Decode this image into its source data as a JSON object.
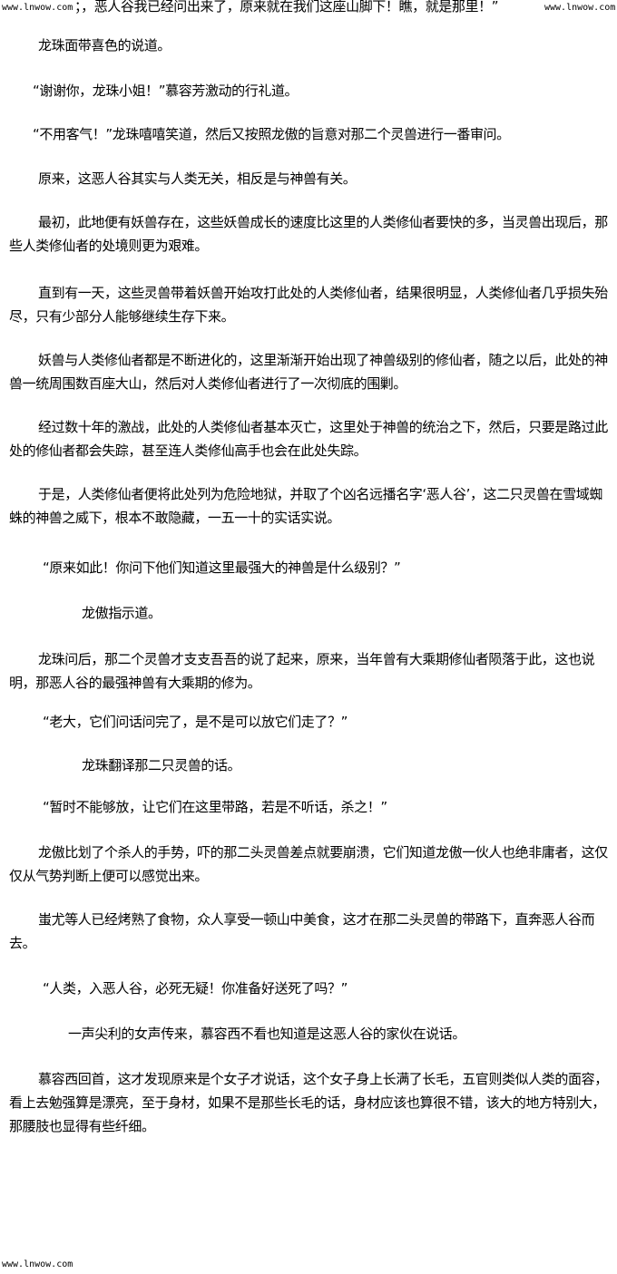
{
  "watermark": "www.lnwow.com",
  "header_line": "；，恶人谷我已经问出来了，原来就在我们这座山脚下！瞧，就是那里！”",
  "paragraphs": [
    "龙珠面带喜色的说道。",
    "“谢谢你，龙珠小姐！”慕容芳激动的行礼道。",
    "“不用客气！”龙珠嘻嘻笑道，然后又按照龙傲的旨意对那二个灵兽进行一番审问。",
    "原来，这恶人谷其实与人类无关，相反是与神兽有关。",
    "最初，此地便有妖兽存在，这些妖兽成长的速度比这里的人类修仙者要快的多，当灵兽出现后，那些人类修仙者的处境则更为艰难。",
    "直到有一天，这些灵兽带着妖兽开始攻打此处的人类修仙者，结果很明显，人类修仙者几乎损失殆尽，只有少部分人能够继续生存下来。",
    "妖兽与人类修仙者都是不断进化的，这里渐渐开始出现了神兽级别的修仙者，随之以后，此处的神兽一统周围数百座大山，然后对人类修仙者进行了一次彻底的围剿。",
    "经过数十年的激战，此处的人类修仙者基本灭亡，这里处于神兽的统治之下，然后，只要是路过此处的修仙者都会失踪，甚至连人类修仙高手也会在此处失踪。",
    "于是，人类修仙者便将此处列为危险地狱，并取了个凶名远播名字‘恶人谷’，这二只灵兽在雪域蜘蛛的神兽之威下，根本不敢隐藏，一五一十的实话实说。",
    "“原来如此！你问下他们知道这里最强大的神兽是什么级别？”",
    "龙傲指示道。",
    "龙珠问后，那二个灵兽才支支吾吾的说了起来，原来，当年曾有大乘期修仙者陨落于此，这也说明，那恶人谷的最强神兽有大乘期的修为。",
    "“老大，它们问话问完了，是不是可以放它们走了？”",
    "龙珠翻译那二只灵兽的话。",
    "“暂时不能够放，让它们在这里带路，若是不听话，杀之！”",
    "龙傲比划了个杀人的手势，吓的那二头灵兽差点就要崩溃，它们知道龙傲一伙人也绝非庸者，这仅仅从气势判断上便可以感觉出来。",
    "蚩尤等人已经烤熟了食物，众人享受一顿山中美食，这才在那二头灵兽的带路下，直奔恶人谷而去。",
    "“人类，入恶人谷，必死无疑！你准备好送死了吗？”",
    "一声尖利的女声传来，慕容西不看也知道是这恶人谷的家伙在说话。",
    "慕容西回首，这才发现原来是个女子才说话，这个女子身上长满了长毛，五官则类似人类的面容，看上去勉强算是漂亮，至于身材，如果不是那些长毛的话，身材应该也算很不错，该大的地方特别大，那腰肢也显得有些纤细。"
  ]
}
